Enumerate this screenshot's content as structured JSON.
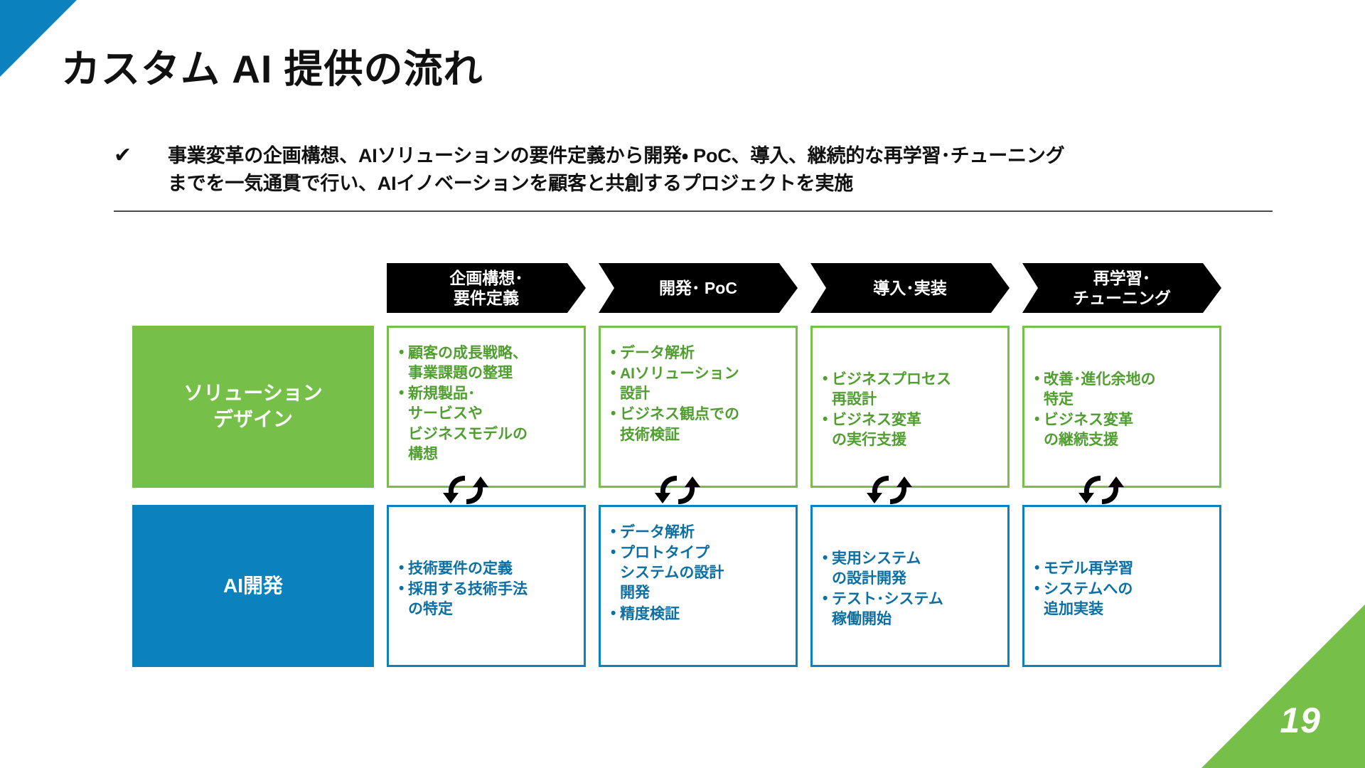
{
  "slide": {
    "title": "カスタム AI 提供の流れ",
    "page_number": "19",
    "accent_blue": "#0b82bd",
    "accent_green": "#76bf49",
    "bullet_marker": "✔",
    "lead_lines": [
      "事業変革の企画構想、AIソリューションの要件定義から開発・ PoC、導入、継続的な再学習･チューニング",
      "までを一気通貫で行い、AIイノベーションを顧客と共創するプロジェクトを実施"
    ]
  },
  "diagram": {
    "phases": [
      {
        "label": "企画構想･\n要件定義"
      },
      {
        "label": "開発･ PoC"
      },
      {
        "label": "導入･実装"
      },
      {
        "label": "再学習･\nチューニング"
      }
    ],
    "rows": [
      {
        "label": "ソリューション\nデザイン",
        "color": "#76bf49",
        "cells": [
          {
            "items": [
              "顧客の成長戦略、\n事業課題の整理",
              "新規製品･\nサービスや\nビジネスモデルの\n構想"
            ]
          },
          {
            "items": [
              "データ解析",
              "AIソリューション\n設計",
              "ビジネス観点での\n技術検証"
            ]
          },
          {
            "items": [
              "ビジネスプロセス\n再設計",
              "ビジネス変革\nの実行支援"
            ]
          },
          {
            "items": [
              "改善･進化余地の\n特定",
              "ビジネス変革\nの継続支援"
            ]
          }
        ]
      },
      {
        "label": "AI開発",
        "color": "#0b82bd",
        "cells": [
          {
            "items": [
              "技術要件の定義",
              "採用する技術手法\nの特定"
            ]
          },
          {
            "items": [
              "データ解析",
              "プロトタイプ\nシステムの設計\n開発",
              "精度検証"
            ]
          },
          {
            "items": [
              "実用システム\nの設計開発",
              "テスト･システム\n稼働開始"
            ]
          },
          {
            "items": [
              "モデル再学習",
              "システムへの\n追加実装"
            ]
          }
        ]
      }
    ],
    "cycle_icon": "circular-arrows"
  }
}
